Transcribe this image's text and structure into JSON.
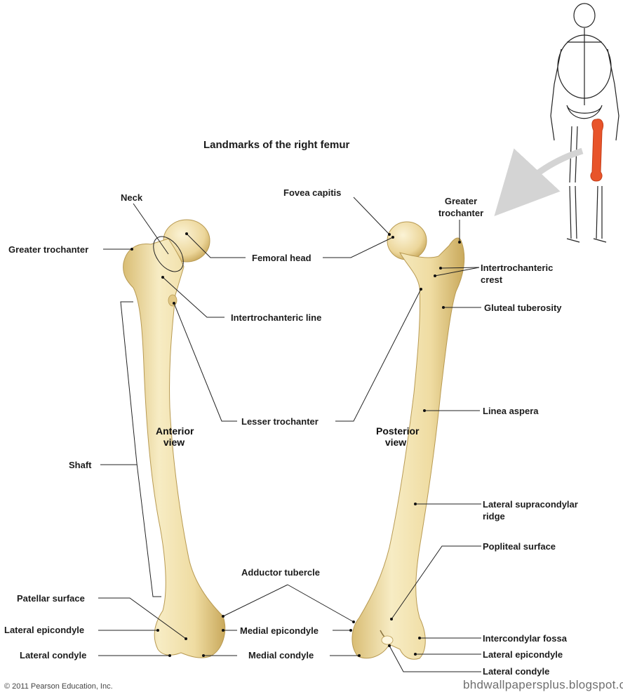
{
  "title": "Landmarks of the right femur",
  "views": {
    "anterior": "Anterior view",
    "posterior": "Posterior view"
  },
  "labels": {
    "neck": "Neck",
    "greater_trochanter_left": "Greater trochanter",
    "femoral_head": "Femoral head",
    "intertrochanteric_line": "Intertrochanteric line",
    "lesser_trochanter": "Lesser trochanter",
    "shaft": "Shaft",
    "adductor_tubercle": "Adductor tubercle",
    "patellar_surface": "Patellar surface",
    "lateral_epicondyle_left": "Lateral epicondyle",
    "medial_epicondyle": "Medial epicondyle",
    "lateral_condyle_left": "Lateral condyle",
    "medial_condyle": "Medial condyle",
    "fovea_capitis": "Fovea capitis",
    "greater_trochanter_right": "Greater trochanter",
    "intertrochanteric_crest": "Intertrochanteric crest",
    "gluteal_tuberosity": "Gluteal tuberosity",
    "linea_aspera": "Linea aspera",
    "lateral_supracondylar_ridge": "Lateral supracondylar ridge",
    "popliteal_surface": "Popliteal surface",
    "intercondylar_fossa": "Intercondylar fossa",
    "lateral_epicondyle_right": "Lateral epicondyle",
    "lateral_condyle_right": "Lateral condyle"
  },
  "copyright": "© 2011 Pearson Education, Inc.",
  "watermark": "bhdwallpapersplus.blogspot.com",
  "colors": {
    "bone_light": "#f5e8b8",
    "bone_mid": "#e8cf8a",
    "bone_dark": "#c9a95c",
    "highlight_femur": "#e8542a",
    "leader_line": "#222222",
    "arrow_gray": "#d4d4d4"
  }
}
